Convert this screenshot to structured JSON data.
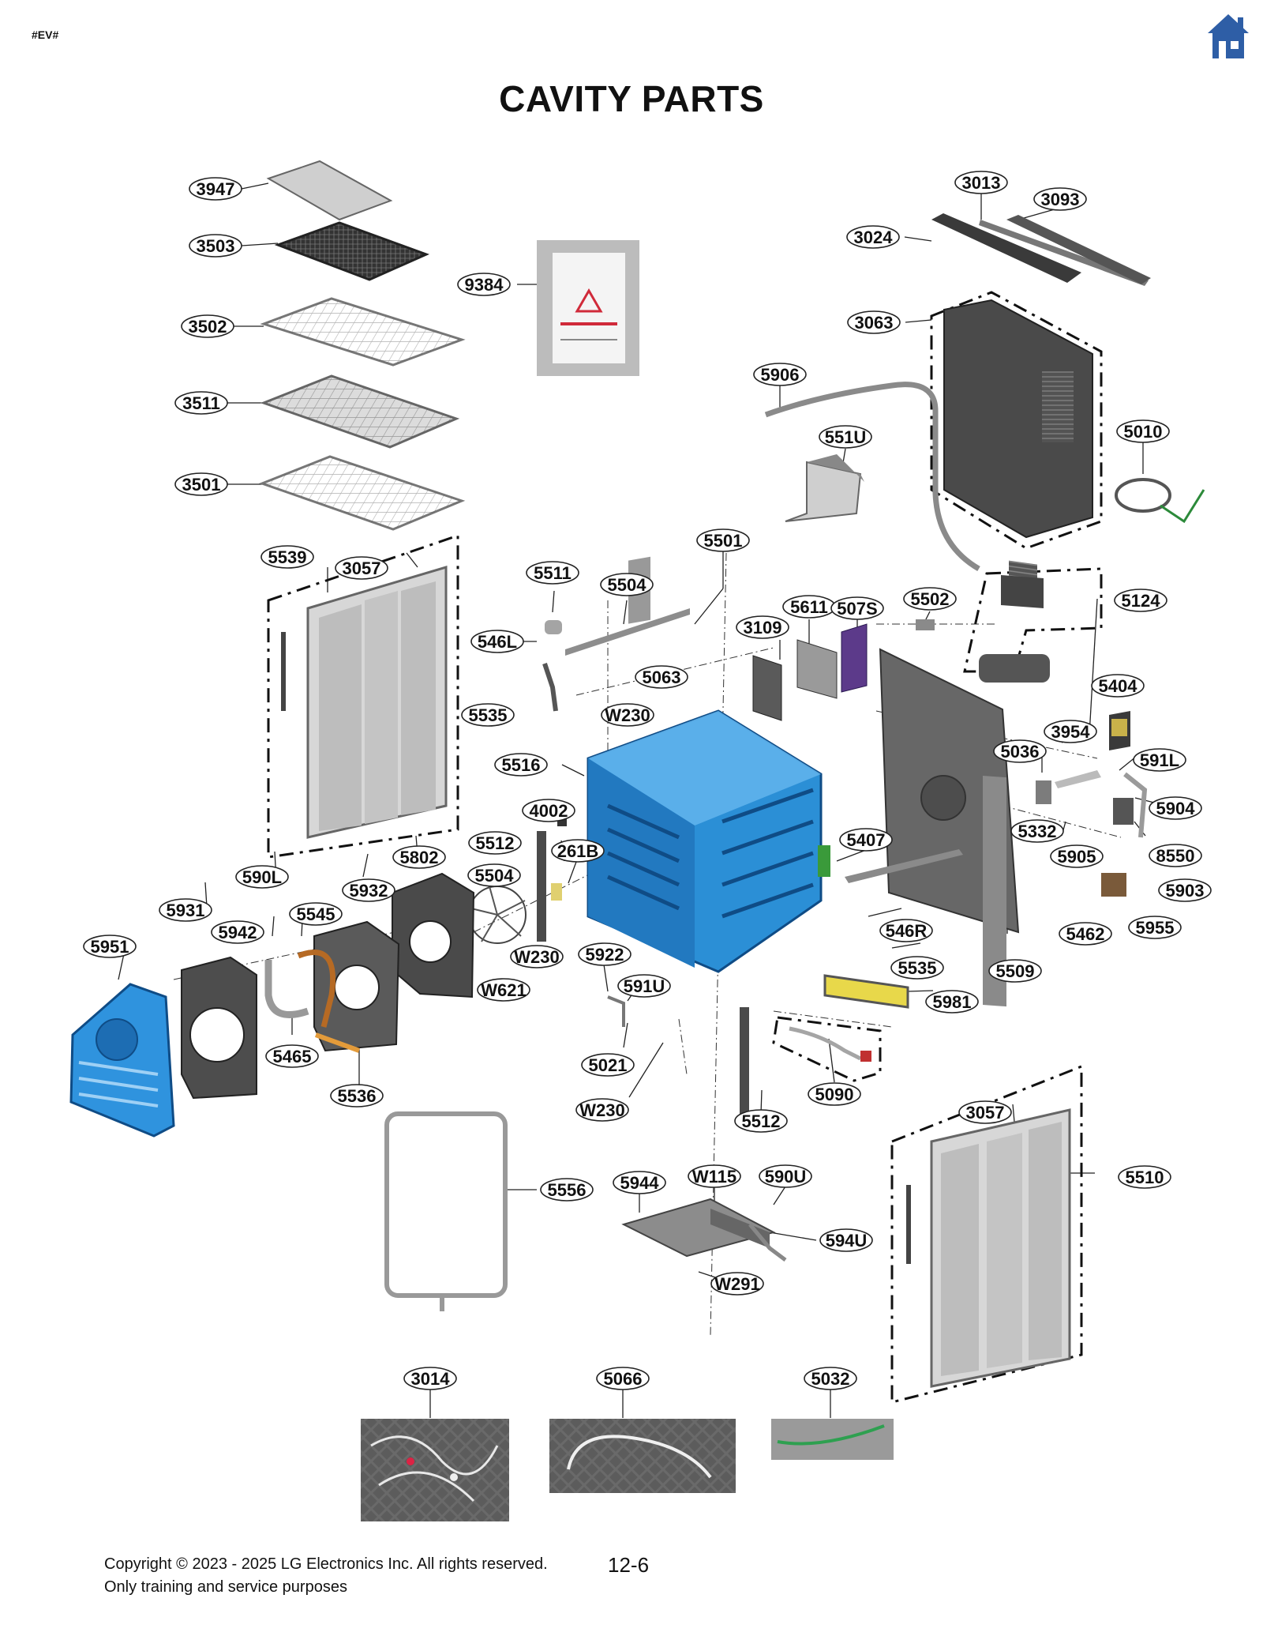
{
  "header": {
    "tag": "#EV#",
    "title": "CAVITY PARTS",
    "home_icon": "home-icon",
    "home_color": "#2e5ea6"
  },
  "colors": {
    "cavity_blue": "#2b8fd6",
    "cover_blue": "#2f93de",
    "metal_gray": "#9a9a9a",
    "dark_panel": "#4a4a4a",
    "callout_border": "#222222"
  },
  "callouts": [
    "3947",
    "3503",
    "9384",
    "3502",
    "3511",
    "3501",
    "3013",
    "3093",
    "3024",
    "3063",
    "5906",
    "551U",
    "5010",
    "5501",
    "5539",
    "3057",
    "5511",
    "5504",
    "546L",
    "5611",
    "507S",
    "5502",
    "5124",
    "3109",
    "5063",
    "5535",
    "W230",
    "5404",
    "3954",
    "5036",
    "591L",
    "5516",
    "4002",
    "5512",
    "261B",
    "5407",
    "5504",
    "5332",
    "5905",
    "5904",
    "8550",
    "5903",
    "5802",
    "590L",
    "5932",
    "5545",
    "5931",
    "5942",
    "5951",
    "5462",
    "5955",
    "546R",
    "5535",
    "5509",
    "W230",
    "5922",
    "W621",
    "591U",
    "5981",
    "5465",
    "5021",
    "5536",
    "W230",
    "5090",
    "5512",
    "3057",
    "5510",
    "5556",
    "5944",
    "W115",
    "590U",
    "594U",
    "W291",
    "3014",
    "5066",
    "5032"
  ],
  "footer": {
    "copyright": "Copyright © 2023 - 2025 LG Electronics Inc. All rights reserved.",
    "note": "Only training and service purposes",
    "page": "12-6"
  }
}
